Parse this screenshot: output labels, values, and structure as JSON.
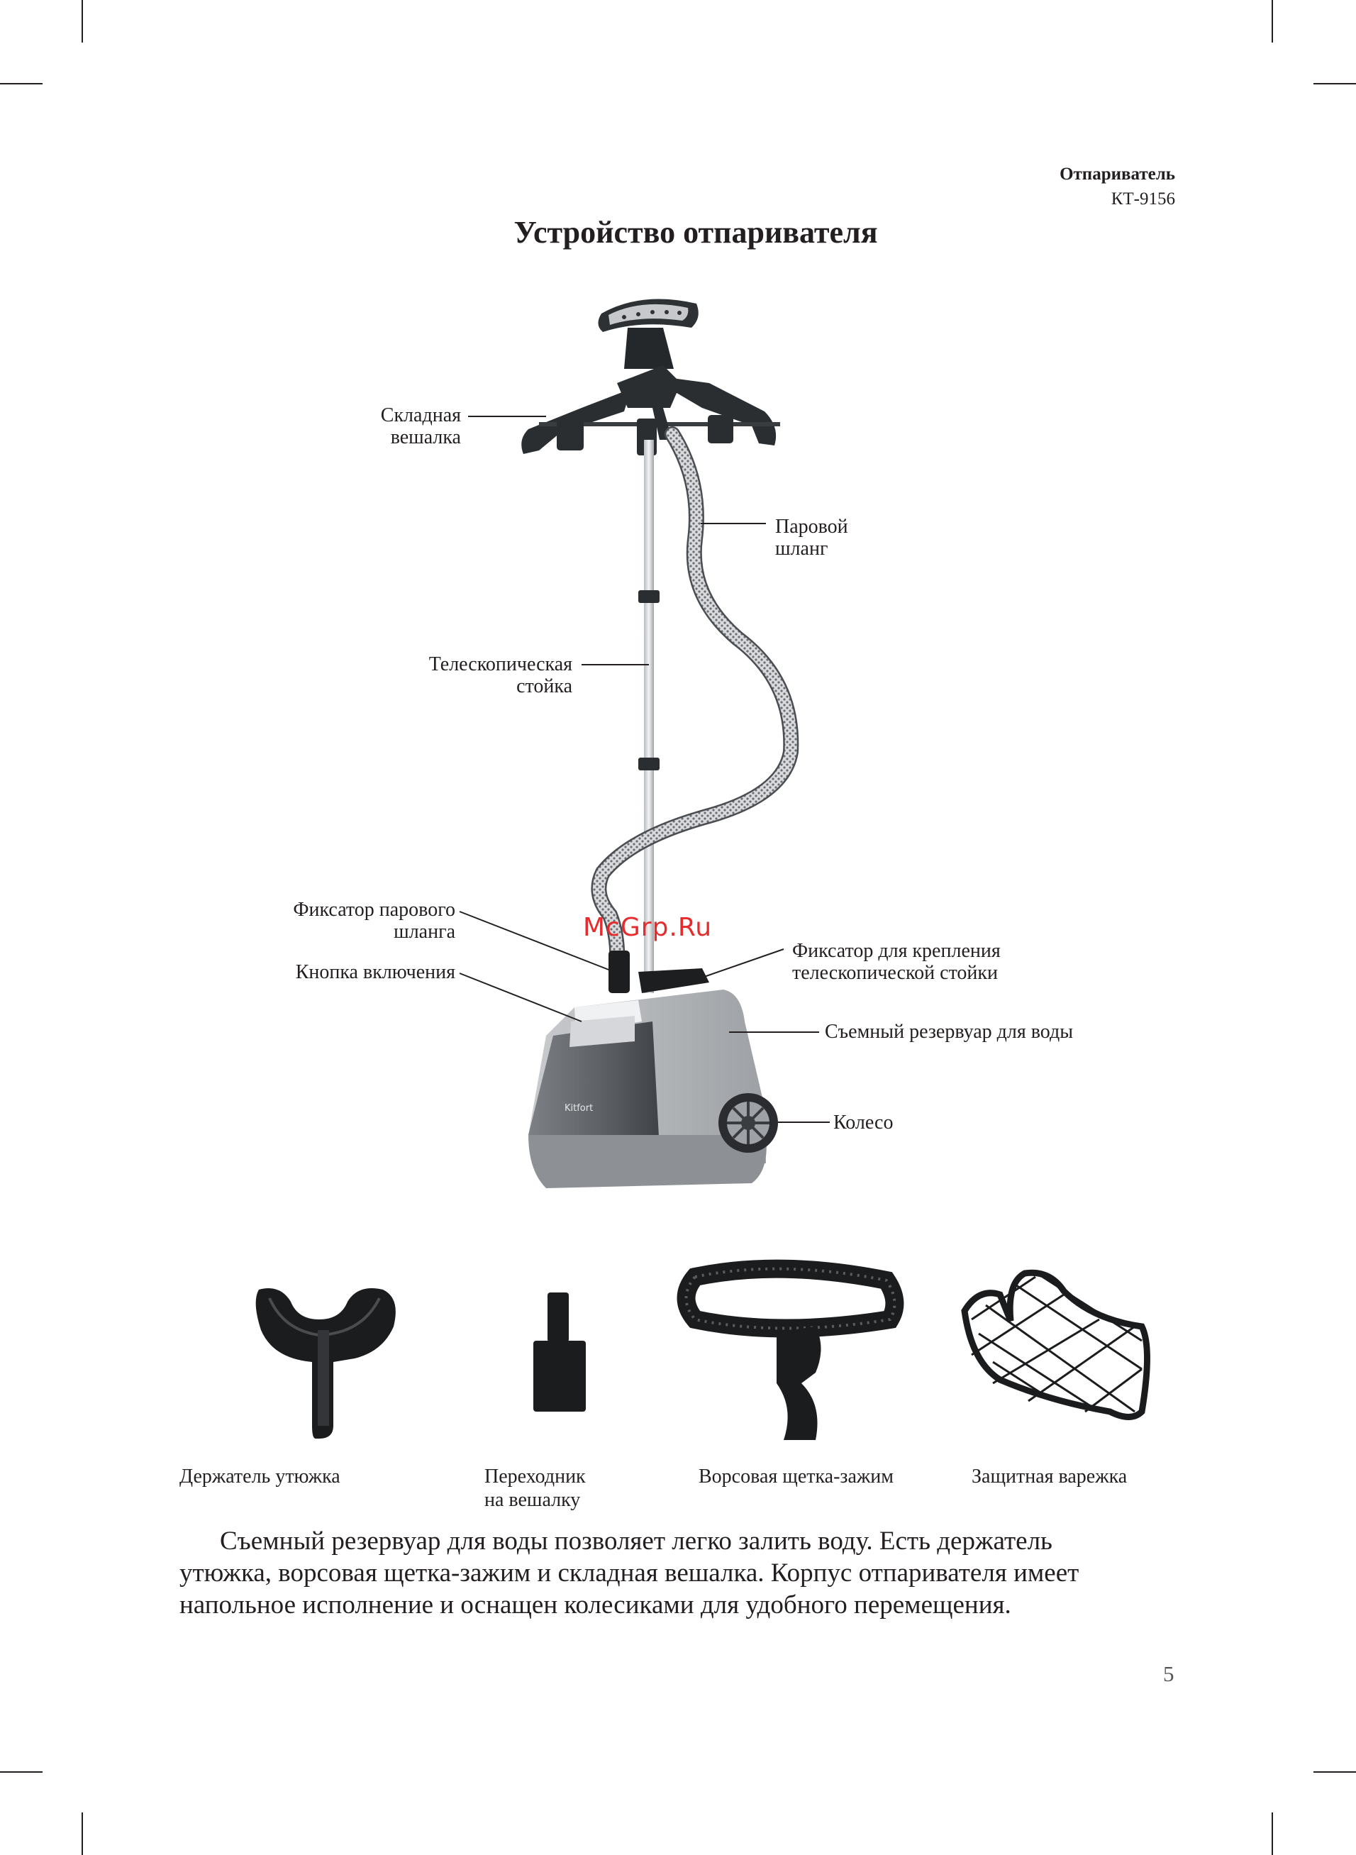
{
  "header": {
    "product": "Отпариватель",
    "model": "КТ-9156"
  },
  "title": "Устройство отпаривателя",
  "labels": {
    "hanger": [
      "Складная",
      "вешалка"
    ],
    "hose": [
      "Паровой",
      "шланг"
    ],
    "pole": [
      "Телескопическая",
      "стойка"
    ],
    "hose_lock": [
      "Фиксатор парового",
      "шланга"
    ],
    "power_button": "Кнопка включения",
    "pole_lock": [
      "Фиксатор для крепления",
      "телескопической стойки"
    ],
    "tank": "Съемный резервуар для воды",
    "wheel": "Колесо"
  },
  "device_brand": "Kitfort",
  "watermark": "McGrp.Ru",
  "accessories": [
    {
      "name": "holder",
      "label": [
        "Держатель утюжка"
      ]
    },
    {
      "name": "adapter",
      "label": [
        "Переходник",
        "на вешалку"
      ]
    },
    {
      "name": "brush",
      "label": [
        "Ворсовая щетка-зажим"
      ]
    },
    {
      "name": "mitt",
      "label": [
        "Защитная варежка"
      ]
    }
  ],
  "paragraph": [
    "Съемный резервуар для воды позволяет легко залить воду. Есть держатель",
    "утюжка, ворсовая щетка-зажим и складная вешалка. Корпус отпаривателя имеет",
    "напольное исполнение и оснащен колесиками для удобного перемещения."
  ],
  "page_number": "5"
}
